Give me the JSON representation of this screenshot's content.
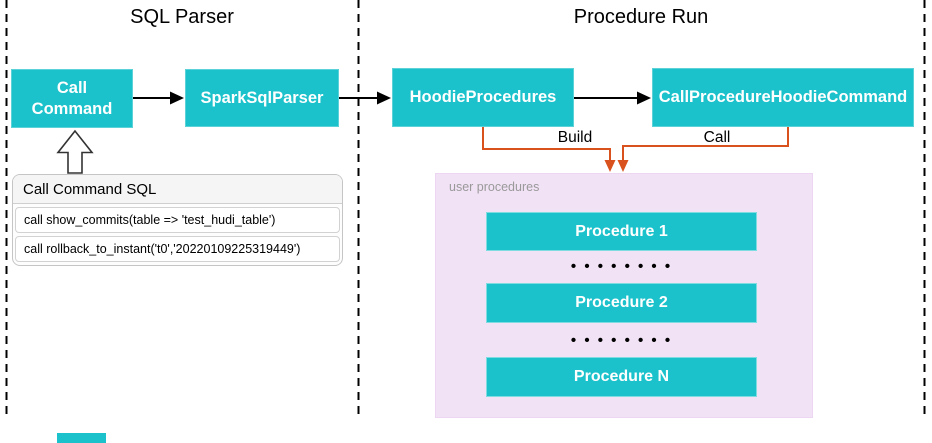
{
  "titles": {
    "left": "SQL Parser",
    "right": "Procedure Run"
  },
  "boxes": {
    "call_command": "Call Command",
    "spark_sql_parser": "SparkSqlParser",
    "hoodie_procedures": "HoodieProcedures",
    "call_procedure_hoodie_command": "CallProcedureHoodieCommand"
  },
  "edges": {
    "build_label": "Build",
    "call_label": "Call"
  },
  "sql_panel": {
    "header": "Call Command SQL",
    "rows": [
      "call show_commits(table => 'test_hudi_table')",
      "call rollback_to_instant('t0','20220109225319449')"
    ]
  },
  "user_procedures": {
    "label": "user procedures",
    "items": [
      "Procedure 1",
      "Procedure 2",
      "Procedure N"
    ],
    "dots": "• • • • • • • •"
  },
  "colors": {
    "teal": "#1bc2cb",
    "orange": "#d9521d",
    "purple_bg": "#f2e2f6",
    "header_bg": "#f5f5f5",
    "muted_text": "#999999"
  }
}
